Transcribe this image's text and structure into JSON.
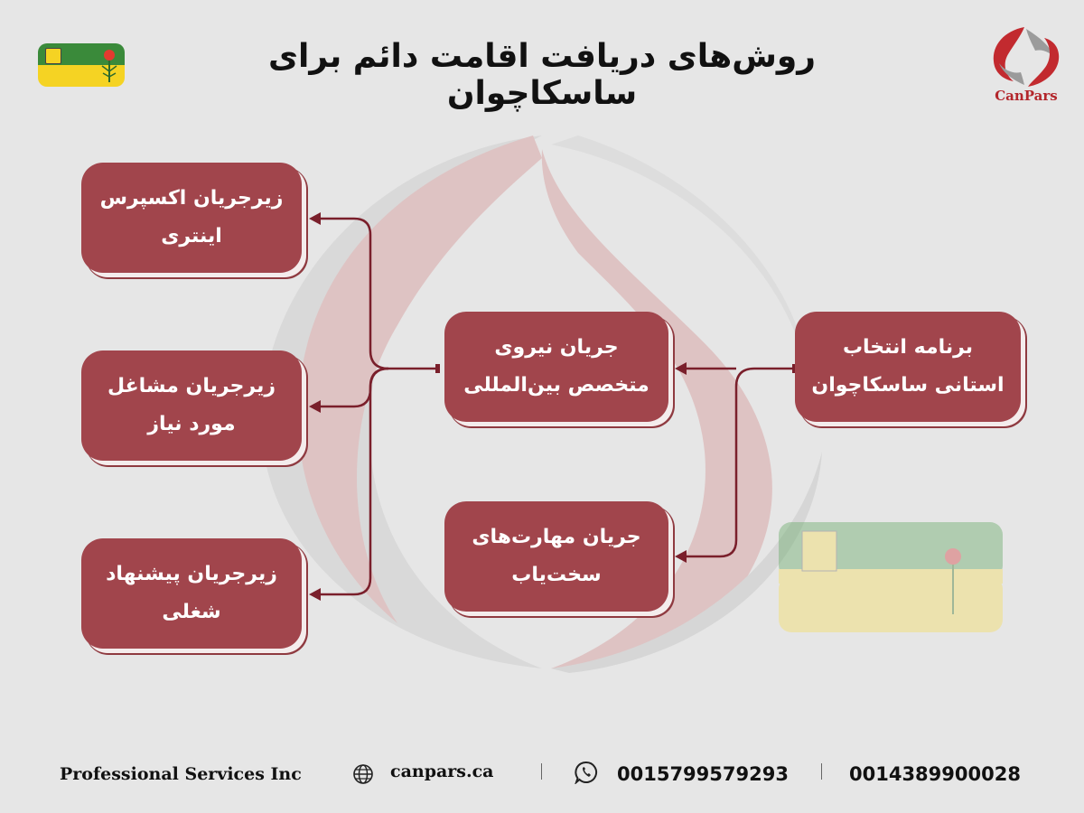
{
  "title": "روش‌های دریافت اقامت دائم برای ساسکاچوان",
  "logo": {
    "text": "CanPars",
    "icon": "canpars-logo-icon"
  },
  "boxes": {
    "root": "برنامه انتخاب استانی ساسکاچوان",
    "stream_international": "جریان نیروی متخصص بین‌المللی",
    "stream_hard_to_fill": "جریان مهارت‌های سخت‌یاب",
    "sub_express_entry": "زیرجریان اکسپرس اینتری",
    "sub_in_demand": "زیرجریان مشاغل مورد نیاز",
    "sub_job_offer": "زیرجریان پیشنهاد شغلی"
  },
  "footer": {
    "company": "Professional Services Inc",
    "website": "canpars.ca",
    "whatsapp": "0015799579293",
    "phone": "0014389900028"
  },
  "colors": {
    "box": "#a1454c",
    "connector": "#7a1f2b",
    "background": "#e6e6e6",
    "brand": "#b3262b"
  }
}
